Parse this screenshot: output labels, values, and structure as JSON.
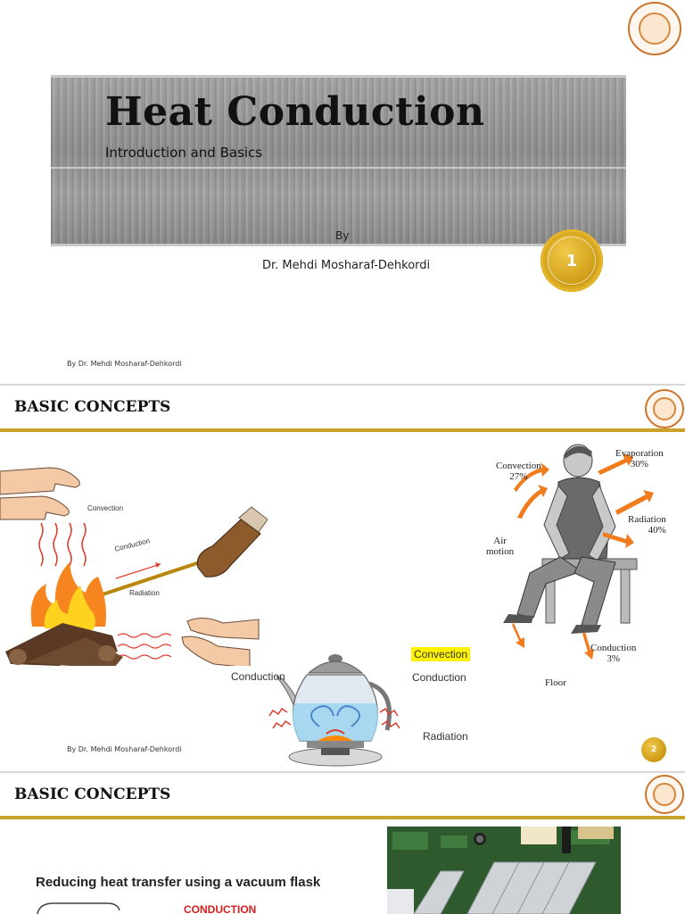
{
  "slide1": {
    "title": "Heat Conduction",
    "subtitle": "Introduction and Basics",
    "by": "By",
    "author": "Dr. Mehdi Mosharaf-Dehkordi",
    "slide_number": "1",
    "footer": "By Dr. Mehdi Mosharaf-Dehkordi"
  },
  "slide2": {
    "heading": "BASIC CONCEPTS",
    "slide_number": "2",
    "footer": "By Dr. Mehdi Mosharaf-Dehkordi",
    "campfire": {
      "convection": "Convection",
      "conduction": "Conduction",
      "radiation": "Radiation"
    },
    "kettle": {
      "convection": "Convection",
      "conduction_left": "Conduction",
      "conduction_right": "Conduction",
      "radiation": "Radiation"
    },
    "person": {
      "convection": "Convection",
      "convection_pct": "27%",
      "evaporation": "Evaporation",
      "evaporation_pct": "30%",
      "radiation": "Radiation",
      "radiation_pct": "40%",
      "air": "Air",
      "motion": "motion",
      "conduction": "Conduction",
      "conduction_pct": "3%",
      "floor": "Floor"
    }
  },
  "slide3": {
    "heading": "BASIC CONCEPTS",
    "flask_title": "Reducing heat transfer using a vacuum flask",
    "conduction": "CONDUCTION"
  },
  "colors": {
    "accent_gold": "#c9a227",
    "seal_orange": "#c9752c",
    "arrow_orange": "#f07c1e",
    "flame_yellow": "#ffd21f",
    "highlight_yellow": "#fff200"
  }
}
